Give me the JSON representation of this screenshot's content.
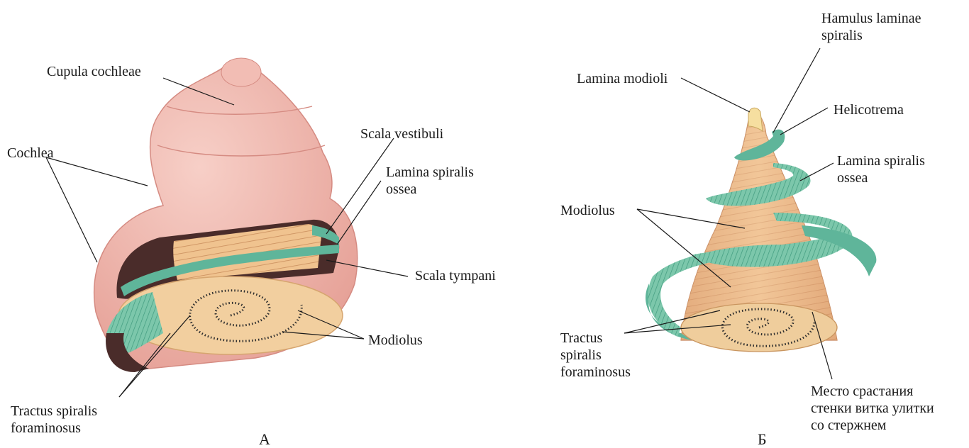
{
  "panel_a": {
    "letter": "А",
    "labels": {
      "cupula": "Cupula cochleae",
      "cochlea": "Cochlea",
      "scala_vestibuli": "Scala vestibuli",
      "lamina_spiralis_ossea": "Lamina spiralis\nossea",
      "scala_tympani": "Scala tympani",
      "modiolus": "Modiolus",
      "tractus": "Tractus spiralis\nforaminosus"
    }
  },
  "panel_b": {
    "letter": "Б",
    "labels": {
      "hamulus": "Hamulus laminae\nspiralis",
      "lamina_modioli": "Lamina modioli",
      "helicotrema": "Helicotrema",
      "lamina_spiralis_ossea": "Lamina spiralis\nossea",
      "modiolus": "Modiolus",
      "tractus": "Tractus\nspiralis\nforaminosus",
      "mesto": "Место срастания\nстенки витка улитки\nсо стержнем"
    }
  },
  "colors": {
    "bone_pink": "#f1b3aa",
    "bone_pink_dark": "#dd8f86",
    "modiolus_tan": "#f2cf9f",
    "fiber_tan": "#e8b585",
    "lamina_green": "#5fb59a",
    "lamina_green_light": "#9fd8c2",
    "canal_dark": "#4a2c2a",
    "dots": "#2d2d2d",
    "line": "#1a1a1a"
  }
}
